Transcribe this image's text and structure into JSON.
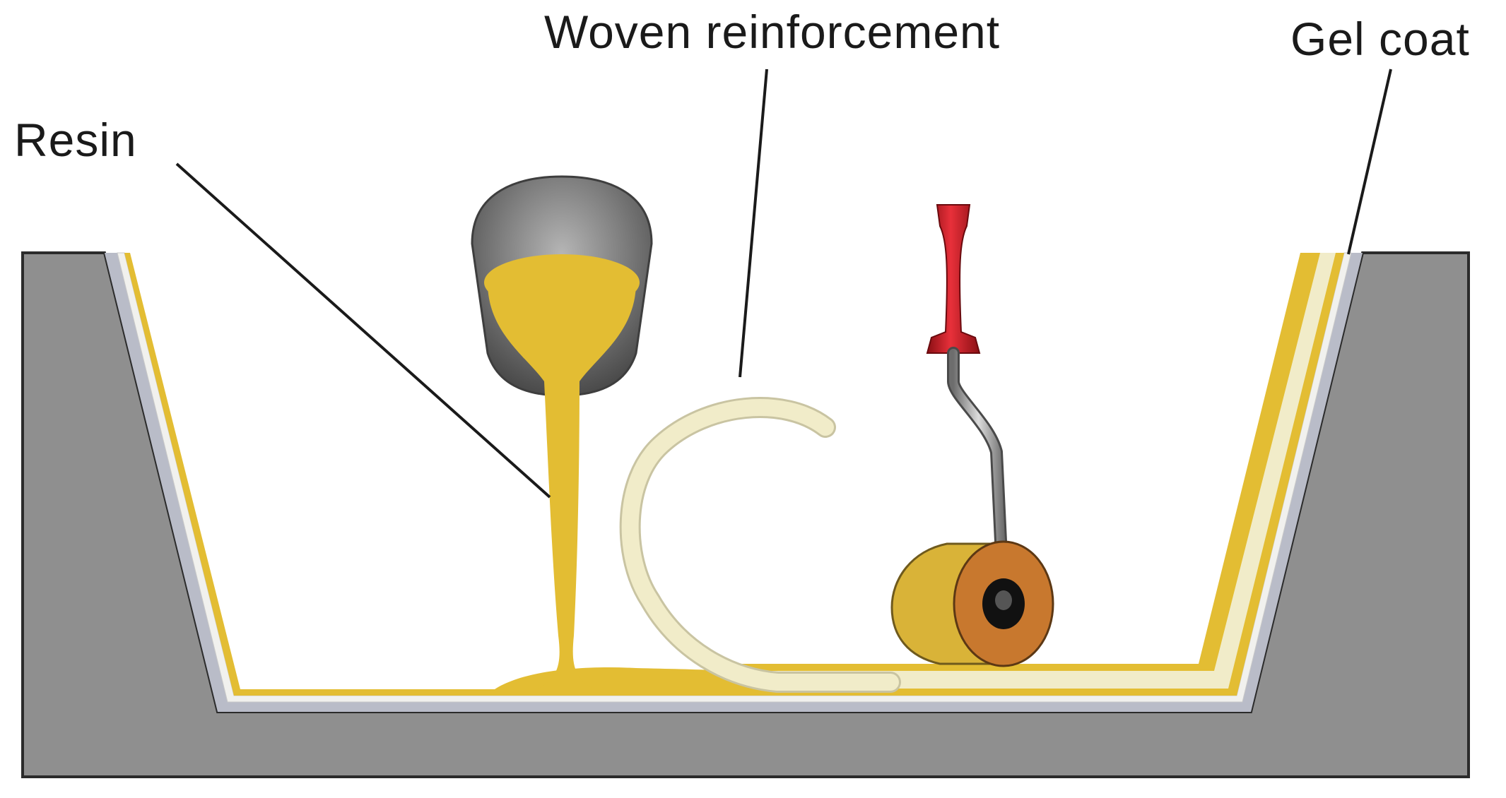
{
  "labels": {
    "resin": "Resin",
    "woven_reinforcement": "Woven reinforcement",
    "gel_coat": "Gel coat"
  },
  "colors": {
    "mold": "#8f8f8f",
    "mold_edge": "#2b2b2b",
    "release_layer": "#b9bcc8",
    "gel_coat": "#f1f1ee",
    "resin": "#e3bd33",
    "reinforcement": "#f1ecc9",
    "bucket": "#7a7a7a",
    "roller_handle": "#d0202a",
    "roller_core": "#c8782e",
    "roller_tip": "#111111",
    "leader_line": "#1a1a1a"
  },
  "icons": [
    "mold-icon",
    "bucket-icon",
    "roller-icon"
  ]
}
